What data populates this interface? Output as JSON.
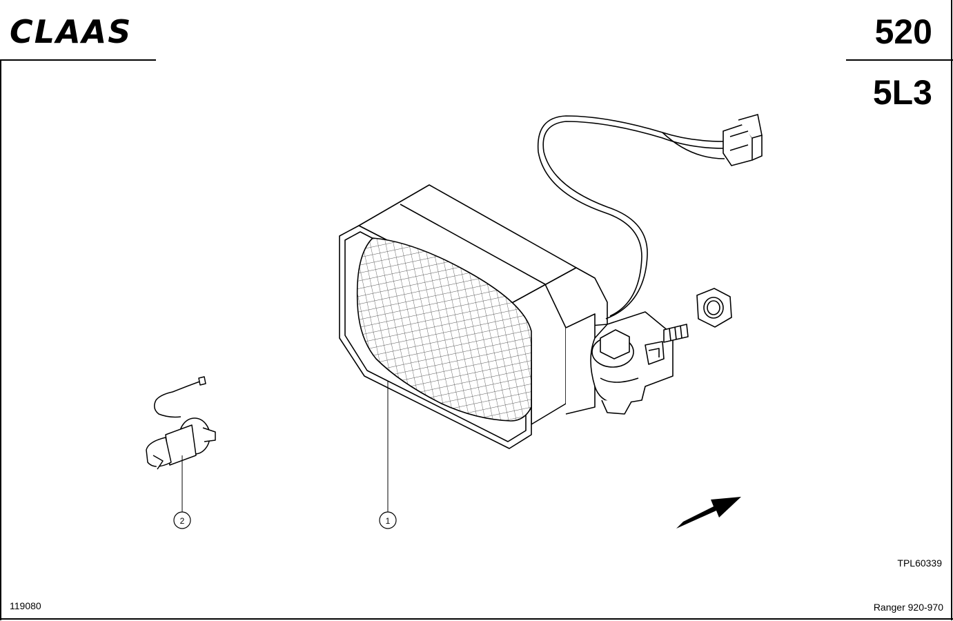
{
  "header": {
    "logo_text": "CLAAS",
    "page_number": "520",
    "group_code": "5L3"
  },
  "callouts": [
    {
      "label": "1"
    },
    {
      "label": "2"
    }
  ],
  "drawing_number": "TPL60339",
  "footer": {
    "document_id": "119080",
    "model": "Ranger 920-970"
  },
  "icons": {
    "direction_arrow": "arrow-icon"
  }
}
